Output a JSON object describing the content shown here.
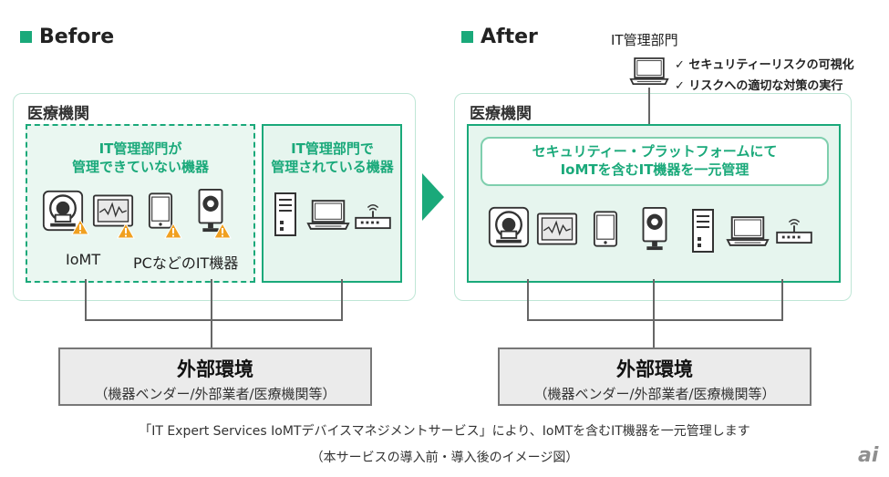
{
  "before": {
    "heading": "Before",
    "org_label": "医療機関",
    "unmanaged_line1": "IT管理部門が",
    "unmanaged_line2": "管理できていない機器",
    "managed_line1": "IT管理部門で",
    "managed_line2": "管理されている機器",
    "iomt_label": "IoMT",
    "pc_label": "PCなどのIT機器",
    "external_title": "外部環境",
    "external_sub": "（機器ベンダー/外部業者/医療機関等）"
  },
  "after": {
    "heading": "After",
    "it_dept_label": "IT管理部門",
    "check1": "✓ セキュリティーリスクの可視化",
    "check2": "✓ リスクへの適切な対策の実行",
    "org_label": "医療機関",
    "platform_line1": "セキュリティー・プラットフォームにて",
    "platform_line2": "IoMTを含むIT機器を一元管理",
    "external_title": "外部環境",
    "external_sub": "（機器ベンダー/外部業者/医療機関等）"
  },
  "caption_line1": "「IT Expert Services IoMTデバイスマネジメントサービス」により、IoMTを含むIT機器を一元管理します",
  "caption_line2": "（本サービスの導入前・導入後のイメージ図）",
  "watermark": "ai",
  "colors": {
    "accent": "#1aa97a",
    "warning": "#f0a020",
    "external_bg": "#ebebeb"
  },
  "icons": [
    "mri-scanner-icon",
    "monitor-icon",
    "tablet-icon",
    "camera-icon",
    "server-tower-icon",
    "laptop-icon",
    "router-icon",
    "warning-icon",
    "arrow-right-icon"
  ]
}
